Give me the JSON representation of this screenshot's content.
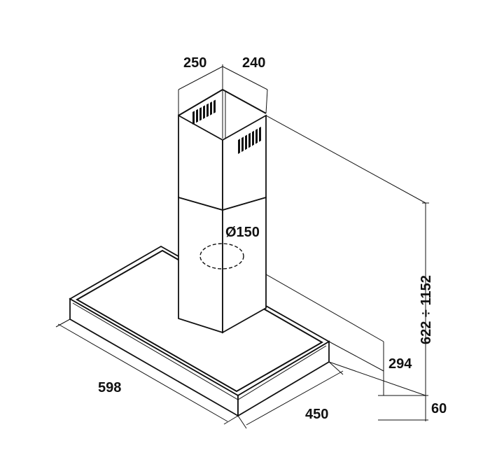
{
  "dimensions": {
    "chimney_width": "250",
    "chimney_depth": "240",
    "duct_diameter": "Ø150",
    "height_range": "622 ÷ 1152",
    "canopy_height": "294",
    "base_thickness": "60",
    "hood_width": "598",
    "hood_depth": "450"
  },
  "colors": {
    "line": "#111111",
    "background": "#ffffff"
  }
}
